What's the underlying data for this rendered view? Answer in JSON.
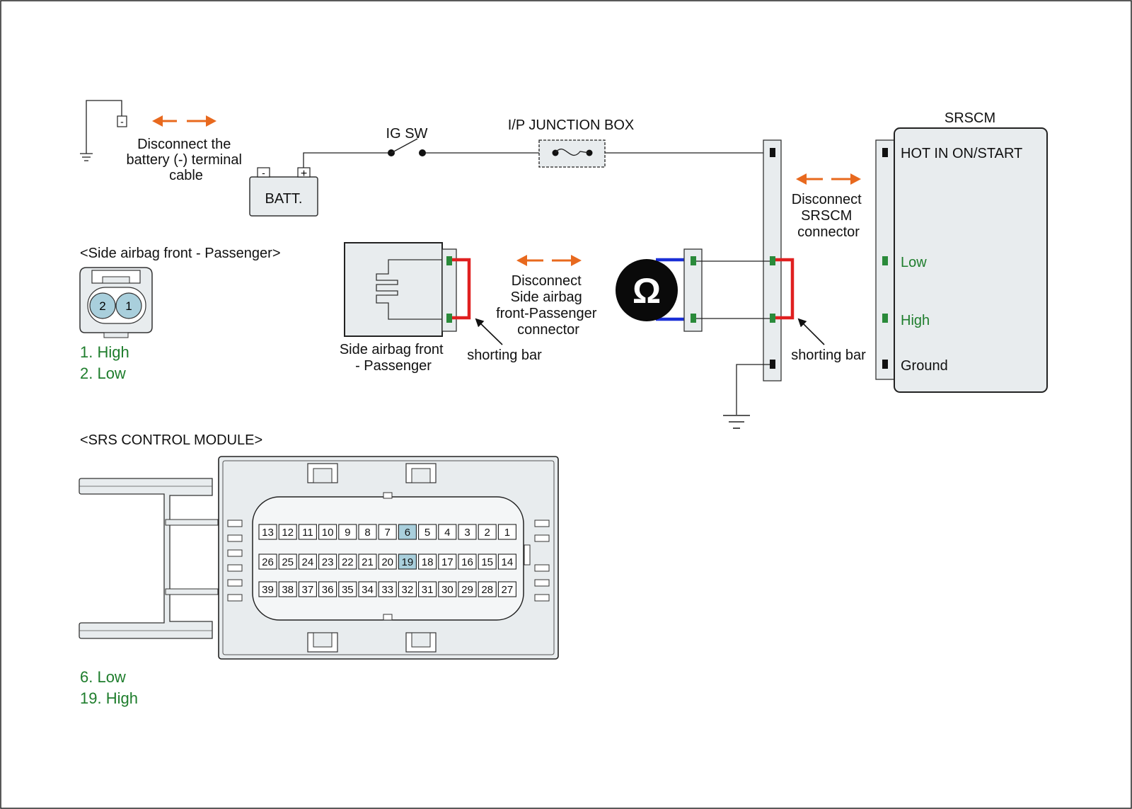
{
  "colors": {
    "arrow": "#e8691e",
    "terminal_green": "#2a8a3a",
    "terminal_black": "#111111",
    "shorting_bar": "#e02020",
    "meter_lead": "#1a2fd6",
    "highlight_pin": "#a9cfdc",
    "label_green": "#1e7d2c"
  },
  "battery": {
    "minus_symbol": "-",
    "disconnect_text": [
      "Disconnect the",
      "battery (-) terminal",
      "cable"
    ],
    "batt_label": "BATT.",
    "batt_minus": "-",
    "batt_plus": "+"
  },
  "ig_sw_label": "IG SW",
  "junction_box_label": "I/P JUNCTION BOX",
  "srscm": {
    "title": "SRSCM",
    "hot_label": "HOT IN ON/START",
    "low_label": "Low",
    "high_label": "High",
    "ground_label": "Ground",
    "disconnect_text": [
      "Disconnect",
      "SRSCM",
      "connector"
    ]
  },
  "side_airbag": {
    "heading": "<Side airbag front - Passenger>",
    "pins": [
      "2",
      "1"
    ],
    "legend": [
      "1. High",
      "2. Low"
    ],
    "component_label": [
      "Side airbag front",
      "- Passenger"
    ],
    "disconnect_text": [
      "Disconnect",
      "Side airbag",
      "front-Passenger",
      "connector"
    ]
  },
  "shorting_bar_label": "shorting bar",
  "ohmmeter_symbol": "Ω",
  "srs_module": {
    "heading": "<SRS CONTROL MODULE>",
    "rows": [
      [
        "13",
        "12",
        "11",
        "10",
        "9",
        "8",
        "7",
        "6",
        "5",
        "4",
        "3",
        "2",
        "1"
      ],
      [
        "26",
        "25",
        "24",
        "23",
        "22",
        "21",
        "20",
        "19",
        "18",
        "17",
        "16",
        "15",
        "14"
      ],
      [
        "39",
        "38",
        "37",
        "36",
        "35",
        "34",
        "33",
        "32",
        "31",
        "30",
        "29",
        "28",
        "27"
      ]
    ],
    "highlighted_pins": [
      "6",
      "19"
    ],
    "legend": [
      "6. Low",
      "19. High"
    ]
  }
}
